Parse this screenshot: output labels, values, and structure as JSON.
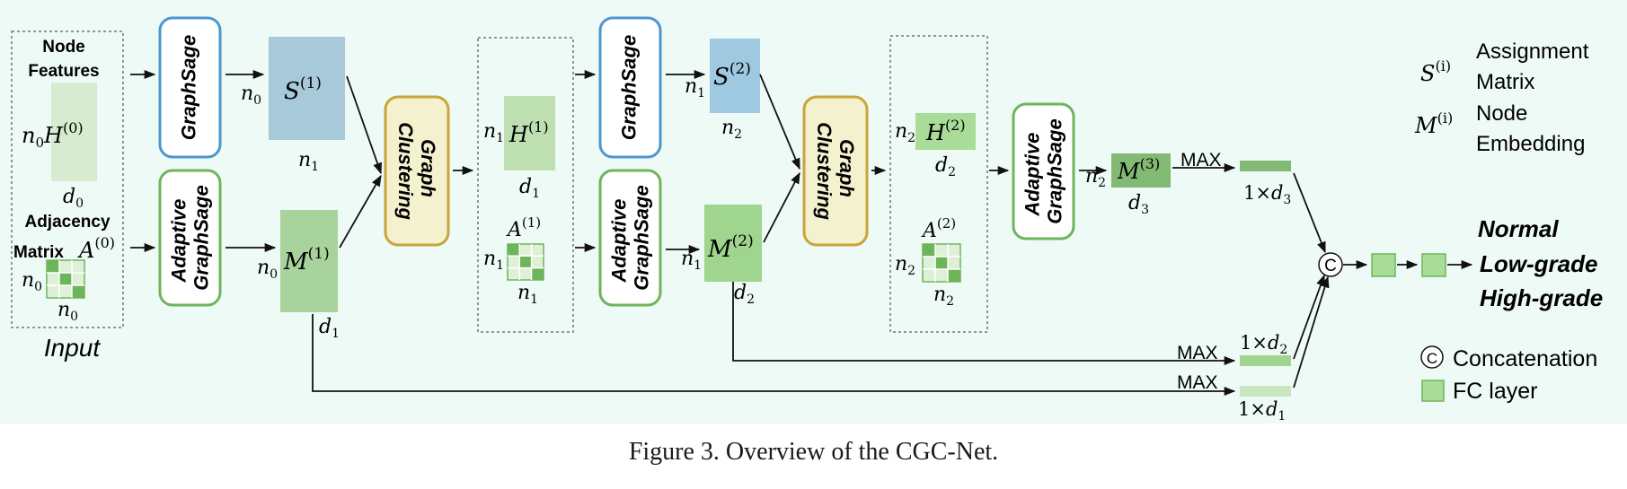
{
  "colors": {
    "panel_bg": "#eefaf5",
    "blue_border": "#4d97cf",
    "green_border": "#6db55a",
    "yellow_border": "#c9a43c",
    "yellow_fill": "#f4f1cf",
    "s_fill": "#9ec5d9",
    "m_fill": "#9fcd8f",
    "h_fill": "#cfe6c6",
    "fc_fill": "#a9dc99"
  },
  "input": {
    "node_features_line1": "Node",
    "node_features_line2": "Features",
    "adjacency_line1": "Adjacency",
    "adjacency_line2": "Matrix",
    "label": "Input"
  },
  "modules": {
    "graphsage": "GraphSage",
    "adaptive_line1": "Adaptive",
    "adaptive_line2": "GraphSage",
    "clustering_line1": "Graph",
    "clustering_line2": "Clustering"
  },
  "pool_label": "MAX",
  "legend": {
    "assignment_line1": "Assignment",
    "assignment_line2": "Matrix",
    "embedding_line1": "Node",
    "embedding_line2": "Embedding",
    "concatenation": "Concatenation",
    "fc_layer": "FC layer",
    "concat_symbol": "C"
  },
  "outputs": [
    "Normal",
    "Low-grade",
    "High-grade"
  ],
  "caption": "Figure 3. Overview of the CGC-Net."
}
